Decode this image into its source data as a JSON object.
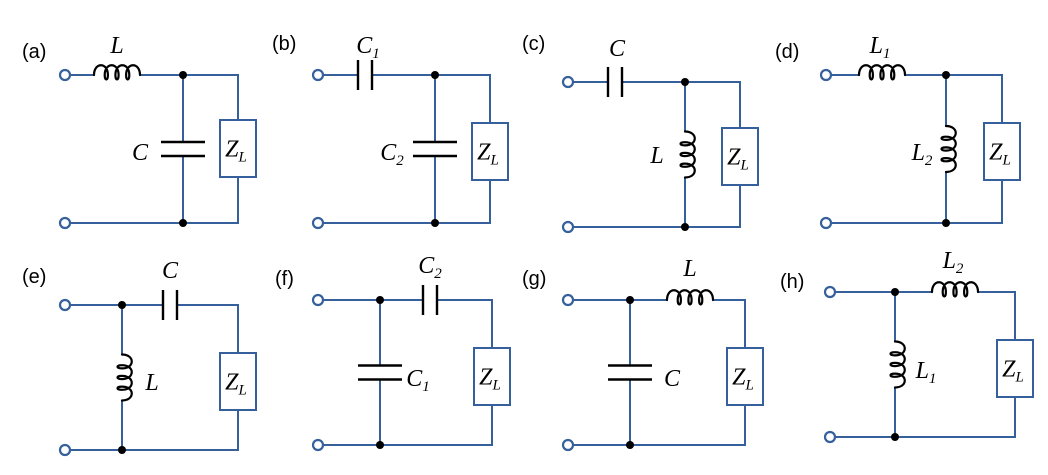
{
  "colors": {
    "wire": "#35609b",
    "component": "#000000",
    "node": "#000000",
    "terminal_fill": "#ffffff",
    "box_fill": "#ffffff",
    "text": "#000000",
    "background": "#ffffff"
  },
  "panels": [
    {
      "tag": "(a)",
      "elements": [
        {
          "icon": "series-inductor-icon",
          "label": "L"
        },
        {
          "icon": "shunt-capacitor-icon",
          "label": "C"
        }
      ],
      "load": {
        "icon": "impedance-box-icon",
        "label": "Z",
        "sub": "L"
      }
    },
    {
      "tag": "(b)",
      "elements": [
        {
          "icon": "series-capacitor-icon",
          "label": "C",
          "sub": "1"
        },
        {
          "icon": "shunt-capacitor-icon",
          "label": "C",
          "sub": "2"
        }
      ],
      "load": {
        "icon": "impedance-box-icon",
        "label": "Z",
        "sub": "L"
      }
    },
    {
      "tag": "(c)",
      "elements": [
        {
          "icon": "series-capacitor-icon",
          "label": "C"
        },
        {
          "icon": "shunt-inductor-icon",
          "label": "L"
        }
      ],
      "load": {
        "icon": "impedance-box-icon",
        "label": "Z",
        "sub": "L"
      }
    },
    {
      "tag": "(d)",
      "elements": [
        {
          "icon": "series-inductor-icon",
          "label": "L",
          "sub": "1"
        },
        {
          "icon": "shunt-inductor-icon",
          "label": "L",
          "sub": "2"
        }
      ],
      "load": {
        "icon": "impedance-box-icon",
        "label": "Z",
        "sub": "L"
      }
    },
    {
      "tag": "(e)",
      "elements": [
        {
          "icon": "shunt-inductor-icon",
          "label": "L"
        },
        {
          "icon": "series-capacitor-icon",
          "label": "C"
        }
      ],
      "load": {
        "icon": "impedance-box-icon",
        "label": "Z",
        "sub": "L"
      }
    },
    {
      "tag": "(f)",
      "elements": [
        {
          "icon": "shunt-capacitor-icon",
          "label": "C",
          "sub": "1"
        },
        {
          "icon": "series-capacitor-icon",
          "label": "C",
          "sub": "2"
        }
      ],
      "load": {
        "icon": "impedance-box-icon",
        "label": "Z",
        "sub": "L"
      }
    },
    {
      "tag": "(g)",
      "elements": [
        {
          "icon": "shunt-capacitor-icon",
          "label": "C"
        },
        {
          "icon": "series-inductor-icon",
          "label": "L"
        }
      ],
      "load": {
        "icon": "impedance-box-icon",
        "label": "Z",
        "sub": "L"
      }
    },
    {
      "tag": "(h)",
      "elements": [
        {
          "icon": "shunt-inductor-icon",
          "label": "L",
          "sub": "1"
        },
        {
          "icon": "series-inductor-icon",
          "label": "L",
          "sub": "2"
        }
      ],
      "load": {
        "icon": "impedance-box-icon",
        "label": "Z",
        "sub": "L"
      }
    }
  ]
}
